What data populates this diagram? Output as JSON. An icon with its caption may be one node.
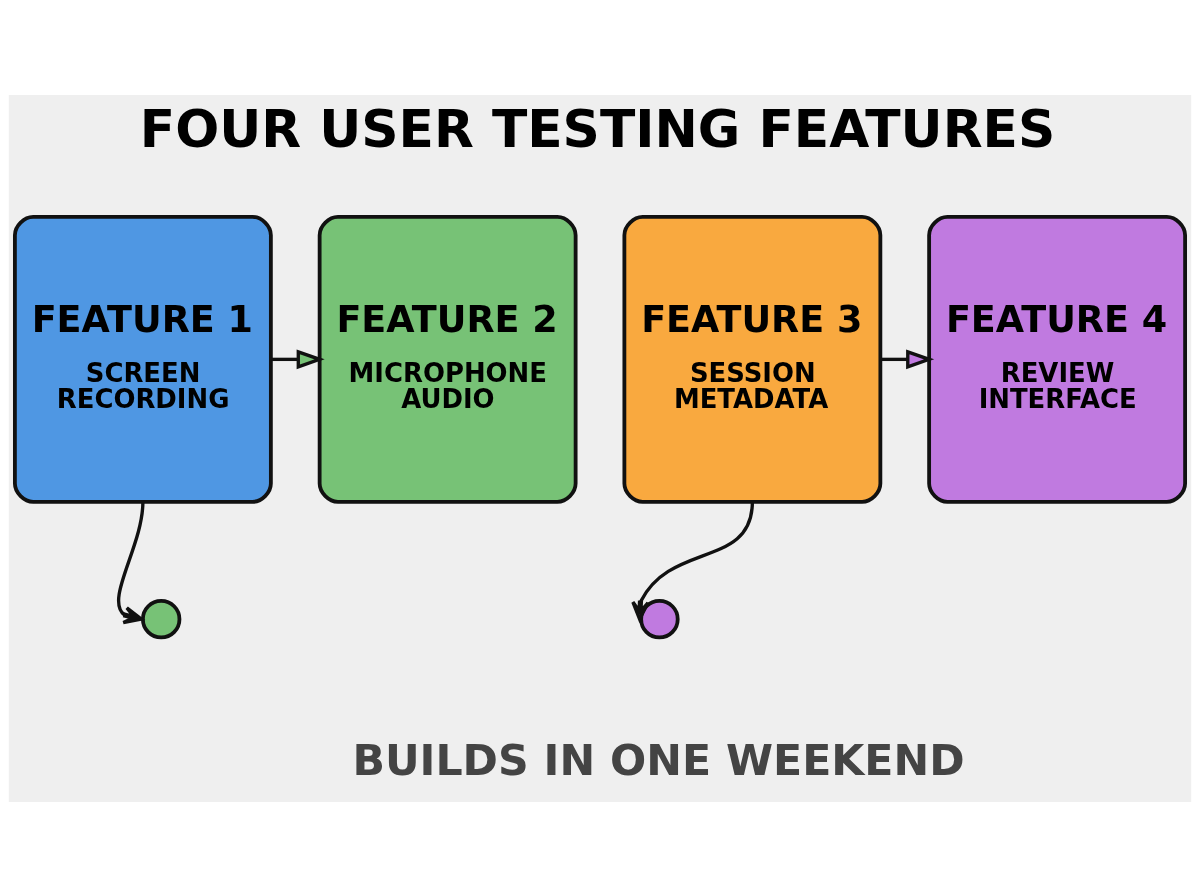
{
  "diagram": {
    "title": "FOUR USER TESTING FEATURES",
    "caption": "BUILDS IN ONE WEEKEND",
    "nodes": [
      {
        "text": [
          "FEATURE 1",
          "SCREEN RECORDING"
        ]
      },
      {
        "text": [
          "FEATURE 2",
          "MICROPHONE AUDIO"
        ]
      },
      {
        "text": [
          "FEATURE 3",
          "SESSION METADATA"
        ]
      },
      {
        "text": [
          "FEATURE 4",
          "REVIEW INTERFACE"
        ]
      },
      {
        "text": [],
        "shape": "circle"
      },
      {
        "text": [],
        "shape": "circle"
      }
    ],
    "edges": [
      {
        "from": 0,
        "to": 1,
        "arrow": "to"
      },
      {
        "from": 0,
        "to": 4,
        "arrow": "to"
      },
      {
        "from": 2,
        "to": 3,
        "arrow": "to"
      },
      {
        "from": 2,
        "to": 5,
        "arrow": "to"
      }
    ]
  }
}
